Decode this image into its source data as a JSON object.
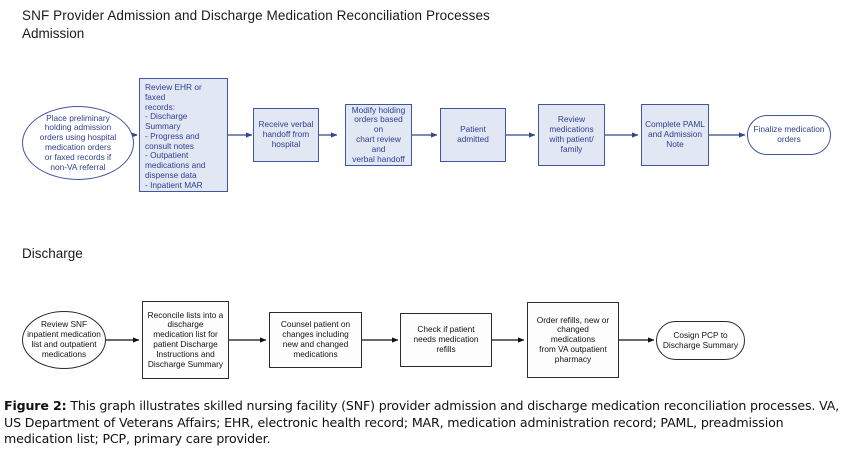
{
  "figure": {
    "title": "SNF Provider Admission and Discharge Medication Reconciliation Processes",
    "admission_label": "Admission",
    "discharge_label": "Discharge",
    "caption_label": "Figure 2:",
    "caption_text": " This graph illustrates skilled nursing facility (SNF) provider admission and discharge medication reconciliation processes. VA, US Department of Veterans Affairs; EHR, electronic health record; MAR, medication administration record; PAML, preadmission medication list; PCP, primary care provider."
  },
  "colors": {
    "admission_stroke": "#4055a4",
    "admission_fill": "#e2e7f4",
    "admission_text": "#2e3f8f",
    "discharge_stroke": "#2b2b2b",
    "discharge_fill": "#fdfdfd",
    "discharge_text": "#111111",
    "arrow": "#33478f",
    "arrow_discharge": "#111111",
    "page_background": "#ffffff"
  },
  "admission_flow": {
    "nodes": [
      {
        "id": "a1",
        "shape": "ellipse",
        "label": "Place preliminary\nholding admission\norders using hospital\nmedication orders\nor faxed records if\nnon-VA referral"
      },
      {
        "id": "a2",
        "shape": "rect",
        "label": "Review EHR or faxed\nrecords:\n- Discharge\nSummary\n- Progress and\nconsult notes\n- Outpatient\nmedications and\ndispense data\n- Inpatient MAR"
      },
      {
        "id": "a3",
        "shape": "rect",
        "label": "Receive verbal\nhandoff from\nhospital"
      },
      {
        "id": "a4",
        "shape": "rect",
        "label": "Modify holding\norders based on\nchart review and\nverbal handoff"
      },
      {
        "id": "a5",
        "shape": "rect",
        "label": "Patient\nadmitted"
      },
      {
        "id": "a6",
        "shape": "rect",
        "label": "Review\nmedications\nwith patient/\nfamily"
      },
      {
        "id": "a7",
        "shape": "rect",
        "label": "Complete PAML\nand Admission\nNote"
      },
      {
        "id": "a8",
        "shape": "stadium",
        "label": "Finalize medication\norders"
      }
    ]
  },
  "discharge_flow": {
    "nodes": [
      {
        "id": "d1",
        "shape": "ellipse",
        "label": "Review SNF\ninpatient medication\nlist and outpatient\nmedications"
      },
      {
        "id": "d2",
        "shape": "rect",
        "label": "Reconcile lists into a\ndischarge\nmedication list for\npatient Discharge\nInstructions and\nDischarge Summary"
      },
      {
        "id": "d3",
        "shape": "rect",
        "label": "Counsel patient on\nchanges including\nnew and changed\nmedications"
      },
      {
        "id": "d4",
        "shape": "rect",
        "label": "Check if patient\nneeds medication\nrefills"
      },
      {
        "id": "d5",
        "shape": "rect",
        "label": "Order refills, new or\nchanged\nmedications\nfrom VA outpatient\npharmacy"
      },
      {
        "id": "d6",
        "shape": "stadium",
        "label": "Cosign PCP to\nDischarge Summary"
      }
    ]
  }
}
